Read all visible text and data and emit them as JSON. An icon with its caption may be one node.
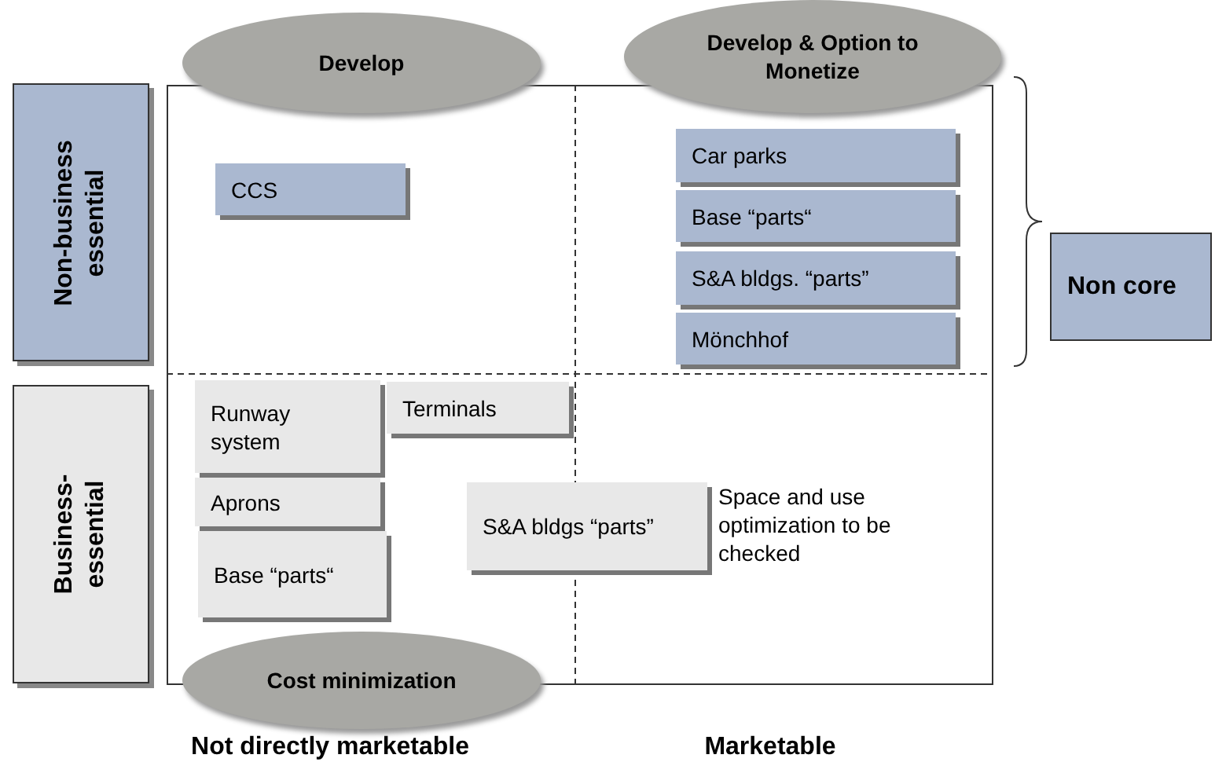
{
  "diagram": {
    "nodes": [
      {
        "text": [
          "Non-business essential"
        ]
      },
      {
        "text": [
          "Business-essential"
        ]
      },
      {
        "text": [
          "CCS"
        ]
      },
      {
        "text": [
          "Car parks"
        ]
      },
      {
        "text": [
          "Base “parts“"
        ]
      },
      {
        "text": [
          "S&A bldgs. “parts”"
        ]
      },
      {
        "text": [
          "Mönchhof"
        ]
      },
      {
        "text": [
          "Runway system"
        ]
      },
      {
        "text": [
          "Terminals"
        ]
      },
      {
        "text": [
          "Aprons"
        ]
      },
      {
        "text": [
          "Base “parts“"
        ]
      },
      {
        "text": [
          "S&A bldgs “parts”"
        ],
        "beside": [
          "Space and use optimization to be checked"
        ]
      },
      {
        "text": [
          "Develop"
        ]
      },
      {
        "text": [
          "Develop & Option to Monetize"
        ]
      },
      {
        "text": [
          "Cost minimization"
        ]
      },
      {
        "text": [
          "Non core"
        ]
      }
    ],
    "labels": [
      "Not directly marketable",
      "Marketable"
    ]
  }
}
